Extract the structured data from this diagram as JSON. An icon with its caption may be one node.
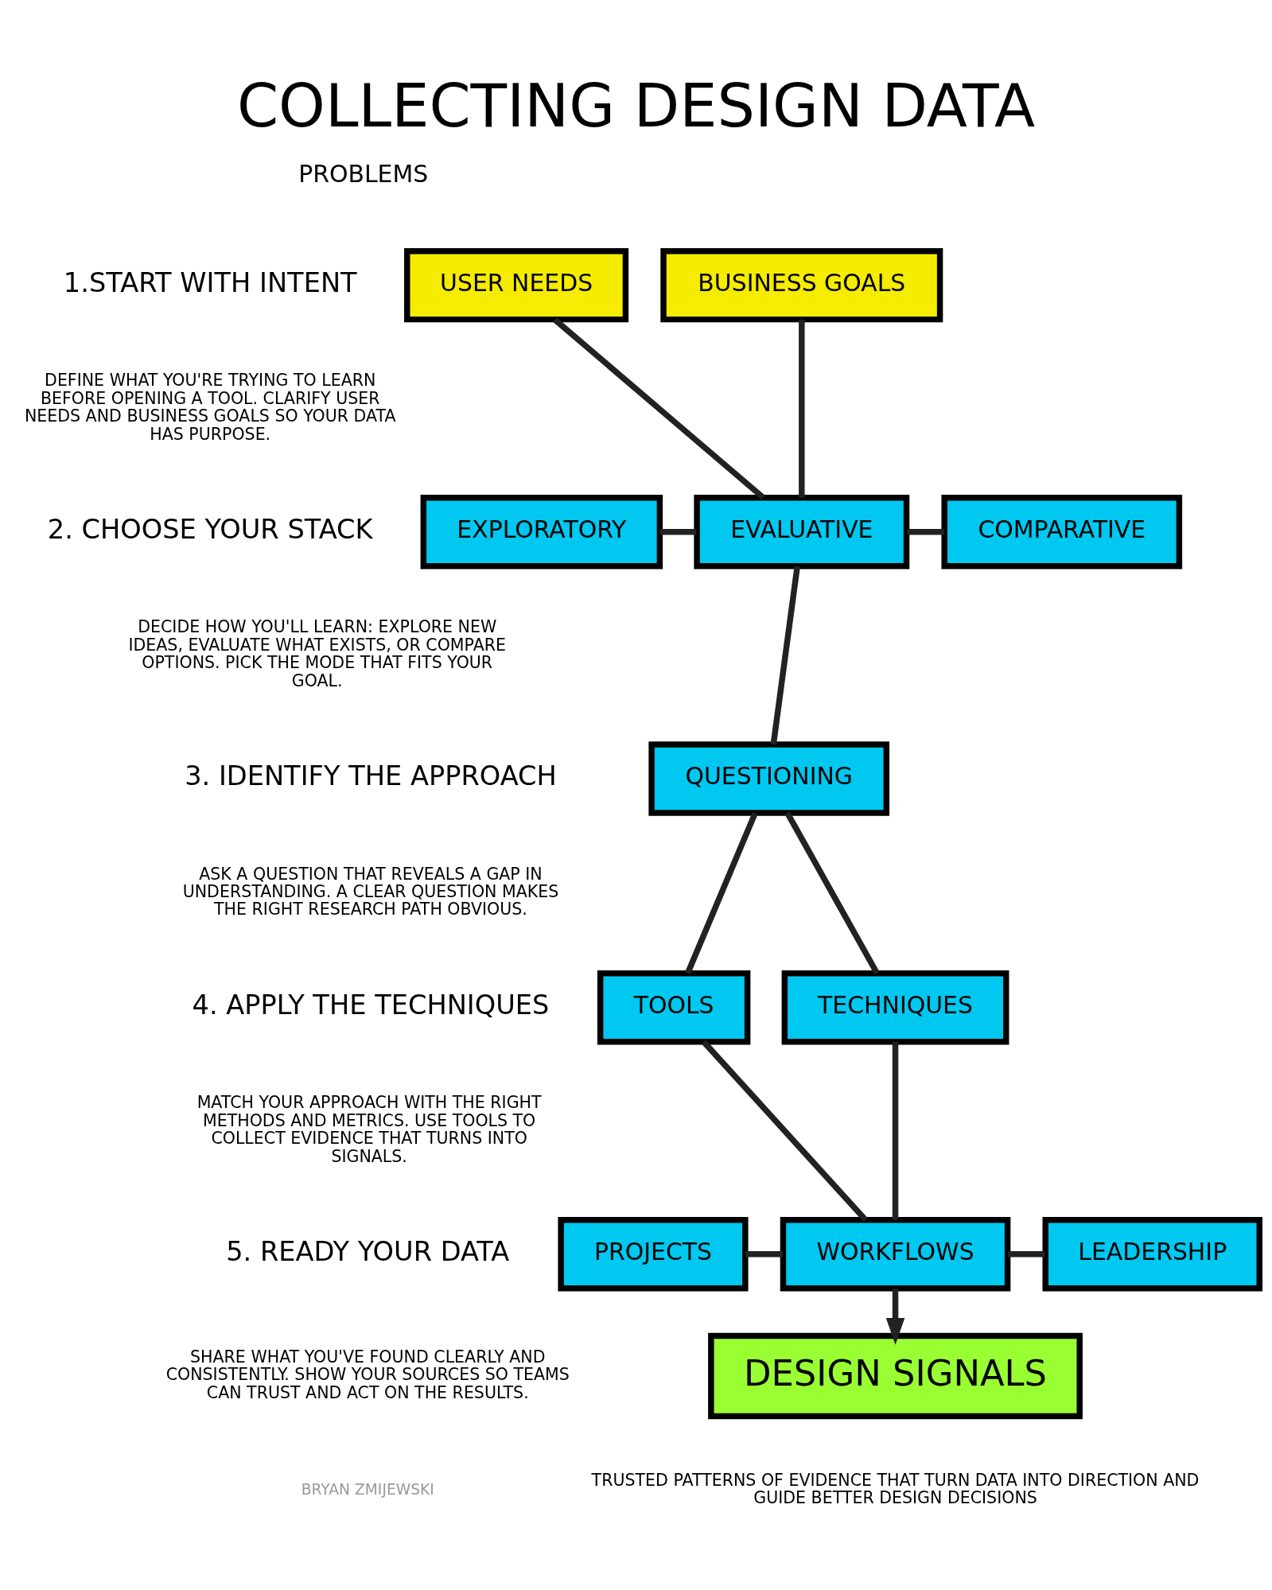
{
  "diagram": {
    "title": "COLLECTING DESIGN DATA",
    "nodes": [
      {
        "text": [
          "USER NEEDS"
        ]
      },
      {
        "text": [
          "BUSINESS GOALS"
        ]
      },
      {
        "text": [
          "EXPLORATORY"
        ]
      },
      {
        "text": [
          "EVALUATIVE"
        ]
      },
      {
        "text": [
          "COMPARATIVE"
        ]
      },
      {
        "text": [
          "QUESTIONING"
        ]
      },
      {
        "text": [
          "TECHNIQUES"
        ]
      },
      {
        "text": [
          "TOOLS"
        ]
      },
      {
        "text": [
          "PROJECTS"
        ]
      },
      {
        "text": [
          "WORKFLOWS"
        ]
      },
      {
        "text": [
          "LEADERSHIP"
        ]
      },
      {
        "text": [
          "DESIGN SIGNALS"
        ],
        "beside": [
          "TRUSTED PATTERNS OF EVIDENCE THAT TURN DATA INTO DIRECTION AND GUIDE BETTER DESIGN DECISIONS"
        ]
      }
    ],
    "edges": [
      {
        "from": 0,
        "to": 3,
        "arrow": "none"
      },
      {
        "from": 1,
        "to": 3,
        "arrow": "none"
      },
      {
        "from": 2,
        "to": 3,
        "arrow": "none"
      },
      {
        "from": 3,
        "to": 4,
        "arrow": "none"
      },
      {
        "from": 3,
        "to": 5,
        "arrow": "none"
      },
      {
        "from": 5,
        "to": 6,
        "arrow": "none"
      },
      {
        "from": 5,
        "to": 7,
        "arrow": "none"
      },
      {
        "from": 6,
        "to": 9,
        "arrow": "none"
      },
      {
        "from": 7,
        "to": 9,
        "arrow": "none"
      },
      {
        "from": 8,
        "to": 9,
        "arrow": "none"
      },
      {
        "from": 9,
        "to": 10,
        "arrow": "none"
      },
      {
        "from": 9,
        "to": 11,
        "arrow": "to"
      }
    ],
    "labels": [
      "PROBLEMS",
      "1.START WITH INTENT",
      "DEFINE WHAT YOU'RE TRYING TO LEARN BEFORE OPENING A TOOL. CLARIFY USER NEEDS AND BUSINESS GOALS SO YOUR DATA HAS PURPOSE.",
      "2. CHOOSE YOUR STACK",
      "DECIDE HOW YOU'LL LEARN: EXPLORE NEW IDEAS, EVALUATE WHAT EXISTS, OR COMPARE OPTIONS. PICK THE MODE THAT FITS YOUR GOAL.",
      "3. IDENTIFY THE APPROACH",
      "ASK A QUESTION THAT REVEALS A GAP IN UNDERSTANDING. A CLEAR QUESTION MAKES THE RIGHT RESEARCH PATH OBVIOUS.",
      "4. APPLY THE TECHNIQUES",
      "MATCH YOUR APPROACH WITH THE RIGHT METHODS AND METRICS. USE TOOLS TO COLLECT EVIDENCE THAT TURNS INTO SIGNALS.",
      "5. READY YOUR DATA",
      "SHARE WHAT YOU'VE FOUND CLEARLY AND CONSISTENTLY. SHOW YOUR SOURCES SO TEAMS CAN TRUST AND ACT ON THE RESULTS.",
      "BRYAN ZMIJEWSKI"
    ]
  }
}
